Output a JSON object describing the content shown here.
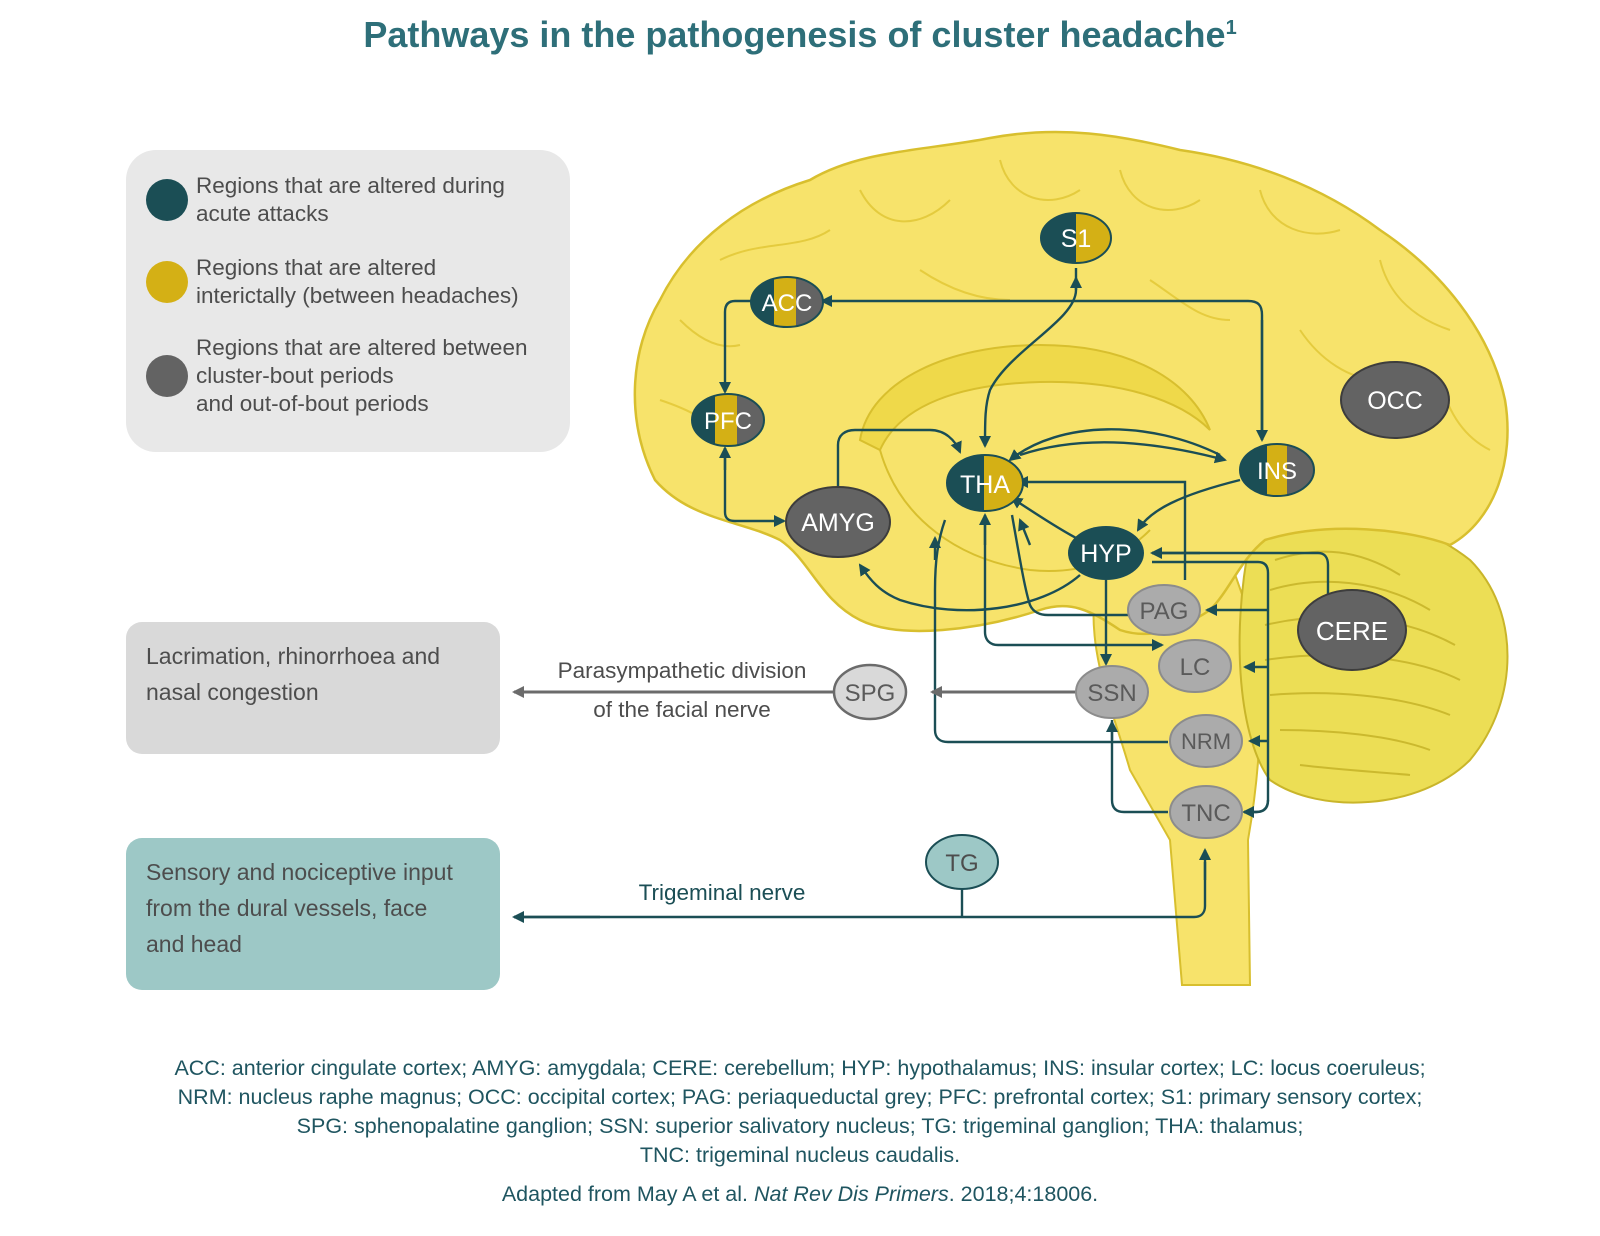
{
  "title": "Pathways in the pathogenesis of cluster headache",
  "title_sup": "1",
  "legend": [
    {
      "text": "Regions that are altered during\nacute attacks",
      "color": "#1b4e55"
    },
    {
      "text": "Regions that are altered\ninterictally (between headaches)",
      "color": "#d4b015"
    },
    {
      "text": "Regions that are altered between\ncluster-bout periods\nand out-of-bout periods",
      "color": "#636363"
    }
  ],
  "boxes": {
    "lacrimation": "Lacrimation, rhinorrhoea and\nnasal congestion",
    "sensory": "Sensory and nociceptive input\nfrom the dural vessels, face\nand head"
  },
  "nerves": {
    "parasympathetic_line1": "Parasympathetic division",
    "parasympathetic_line2": "of the facial nerve",
    "trigeminal": "Trigeminal nerve"
  },
  "nodes": {
    "S1": "S1",
    "ACC": "ACC",
    "PFC": "PFC",
    "AMYG": "AMYG",
    "THA": "THA",
    "INS": "INS",
    "OCC": "OCC",
    "HYP": "HYP",
    "PAG": "PAG",
    "CERE": "CERE",
    "LC": "LC",
    "SSN": "SSN",
    "SPG": "SPG",
    "NRM": "NRM",
    "TNC": "TNC",
    "TG": "TG"
  },
  "colors": {
    "attack": "#1b4e55",
    "interictal": "#d4b015",
    "bout": "#636363",
    "light_node": "#ababab",
    "tg_node": "#9dc8c6",
    "brain": "#f7e36b",
    "brain_outline": "#d8bf2e",
    "pathway": "#1b4e55"
  },
  "footer": {
    "abbrev_line1": "ACC: anterior cingulate cortex; AMYG: amygdala; CERE: cerebellum; HYP: hypothalamus; INS: insular cortex; LC: locus coeruleus;",
    "abbrev_line2": "NRM: nucleus raphe magnus; OCC: occipital cortex; PAG: periaqueductal grey; PFC: prefrontal cortex; S1: primary sensory cortex;",
    "abbrev_line3": "SPG: sphenopalatine ganglion; SSN: superior salivatory nucleus; TG: trigeminal ganglion; THA: thalamus;",
    "abbrev_line4": "TNC: trigeminal nucleus caudalis.",
    "source_prefix": "Adapted from May A et al. ",
    "source_journal": "Nat Rev Dis Primers",
    "source_suffix": ". 2018;4:18006."
  }
}
